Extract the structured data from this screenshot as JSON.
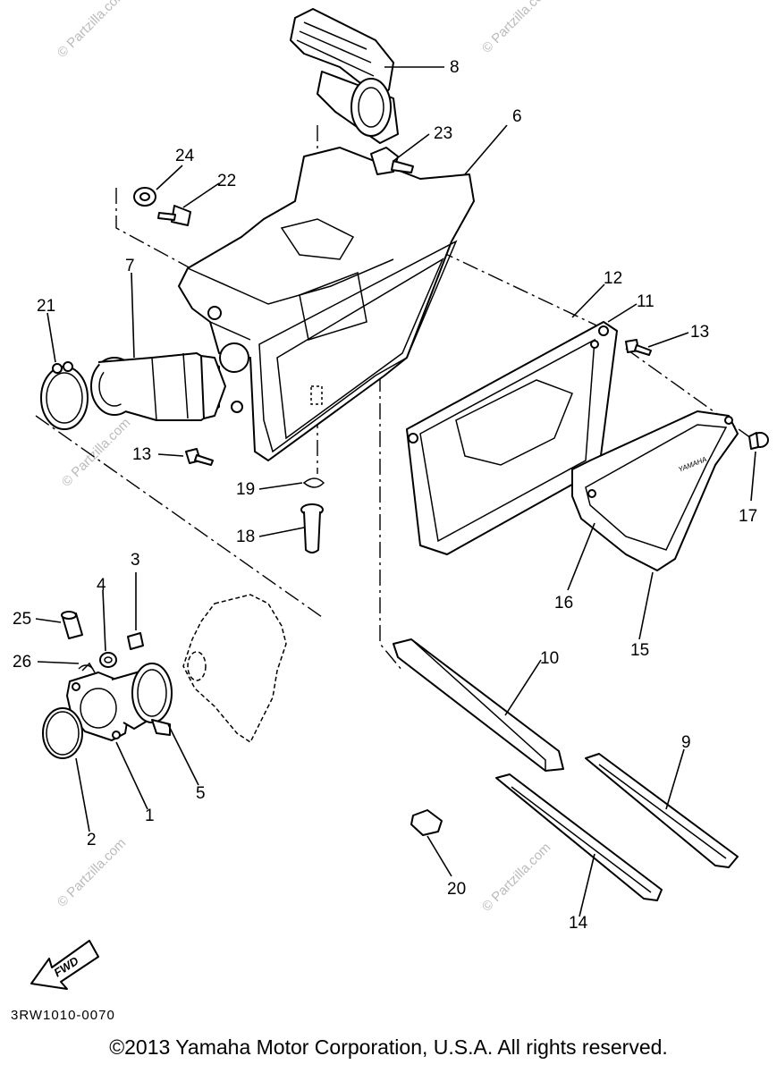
{
  "watermark": {
    "text": "© Partzilla.com"
  },
  "callouts": [
    {
      "id": "8",
      "label": "8"
    },
    {
      "id": "6",
      "label": "6"
    },
    {
      "id": "23",
      "label": "23"
    },
    {
      "id": "24",
      "label": "24"
    },
    {
      "id": "22",
      "label": "22"
    },
    {
      "id": "7",
      "label": "7"
    },
    {
      "id": "21",
      "label": "21"
    },
    {
      "id": "12",
      "label": "12"
    },
    {
      "id": "11",
      "label": "11"
    },
    {
      "id": "13a",
      "label": "13"
    },
    {
      "id": "13b",
      "label": "13"
    },
    {
      "id": "17",
      "label": "17"
    },
    {
      "id": "19",
      "label": "19"
    },
    {
      "id": "18",
      "label": "18"
    },
    {
      "id": "16",
      "label": "16"
    },
    {
      "id": "15",
      "label": "15"
    },
    {
      "id": "3",
      "label": "3"
    },
    {
      "id": "4",
      "label": "4"
    },
    {
      "id": "25",
      "label": "25"
    },
    {
      "id": "26",
      "label": "26"
    },
    {
      "id": "10",
      "label": "10"
    },
    {
      "id": "9",
      "label": "9"
    },
    {
      "id": "5",
      "label": "5"
    },
    {
      "id": "1",
      "label": "1"
    },
    {
      "id": "2",
      "label": "2"
    },
    {
      "id": "20",
      "label": "20"
    },
    {
      "id": "14",
      "label": "14"
    }
  ],
  "cover_brand": "YAMAHA",
  "fwd_label": "FWD",
  "diagram_code": "3RW1010-0070",
  "copyright": "©2013 Yamaha Motor Corporation, U.S.A. All rights reserved."
}
